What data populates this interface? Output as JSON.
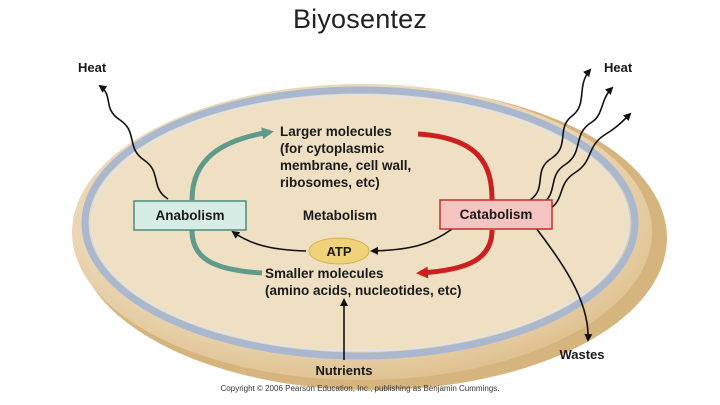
{
  "title": "Biyosentez",
  "diagram": {
    "center_label": "Metabolism",
    "anabolism_label": "Anabolism",
    "catabolism_label": "Catabolism",
    "atp_label": "ATP",
    "larger_molecules": [
      "Larger molecules",
      "(for cytoplasmic",
      "membrane, cell wall,",
      "ribosomes, etc)"
    ],
    "smaller_molecules": [
      "Smaller molecules",
      "(amino acids, nucleotides, etc)"
    ],
    "heat_left": "Heat",
    "heat_right": "Heat",
    "nutrients": "Nutrients",
    "wastes": "Wastes"
  },
  "copyright": "Copyright © 2006 Pearson Education, Inc., publishing as Benjamin Cummings.",
  "colors": {
    "cell_fill": "#ecdcc0",
    "cell_shadow": "#d4b17a",
    "membrane": "#a9b7cf",
    "anabolism_box": "#d7ece4",
    "anabolism_border": "#4f8c7c",
    "catabolism_box": "#f5c4c0",
    "catabolism_border": "#c0312c",
    "atp_fill": "#f0d27a",
    "teal_arrow": "#5f9a8a",
    "red_arrow": "#cc1f1f"
  }
}
